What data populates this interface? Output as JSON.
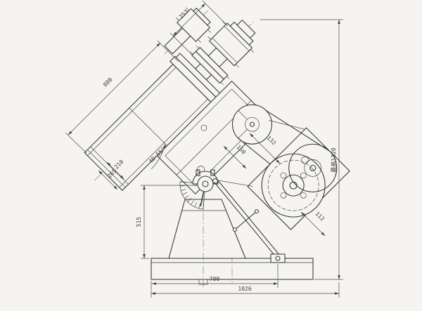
{
  "dims": {
    "d253": "253",
    "d880": "880",
    "d210": "210",
    "d265": "265",
    "angle_range": "40~55°",
    "d515": "515",
    "d150": "150",
    "d132": "132",
    "d112": "112",
    "d700": "700",
    "d1026": "1026",
    "max_height": "最高1320"
  },
  "style": {
    "bg": "#f5f4f0",
    "paper": "#f5f4f0",
    "ink": "#3d3d3d",
    "dim": "#4d4d4d"
  }
}
